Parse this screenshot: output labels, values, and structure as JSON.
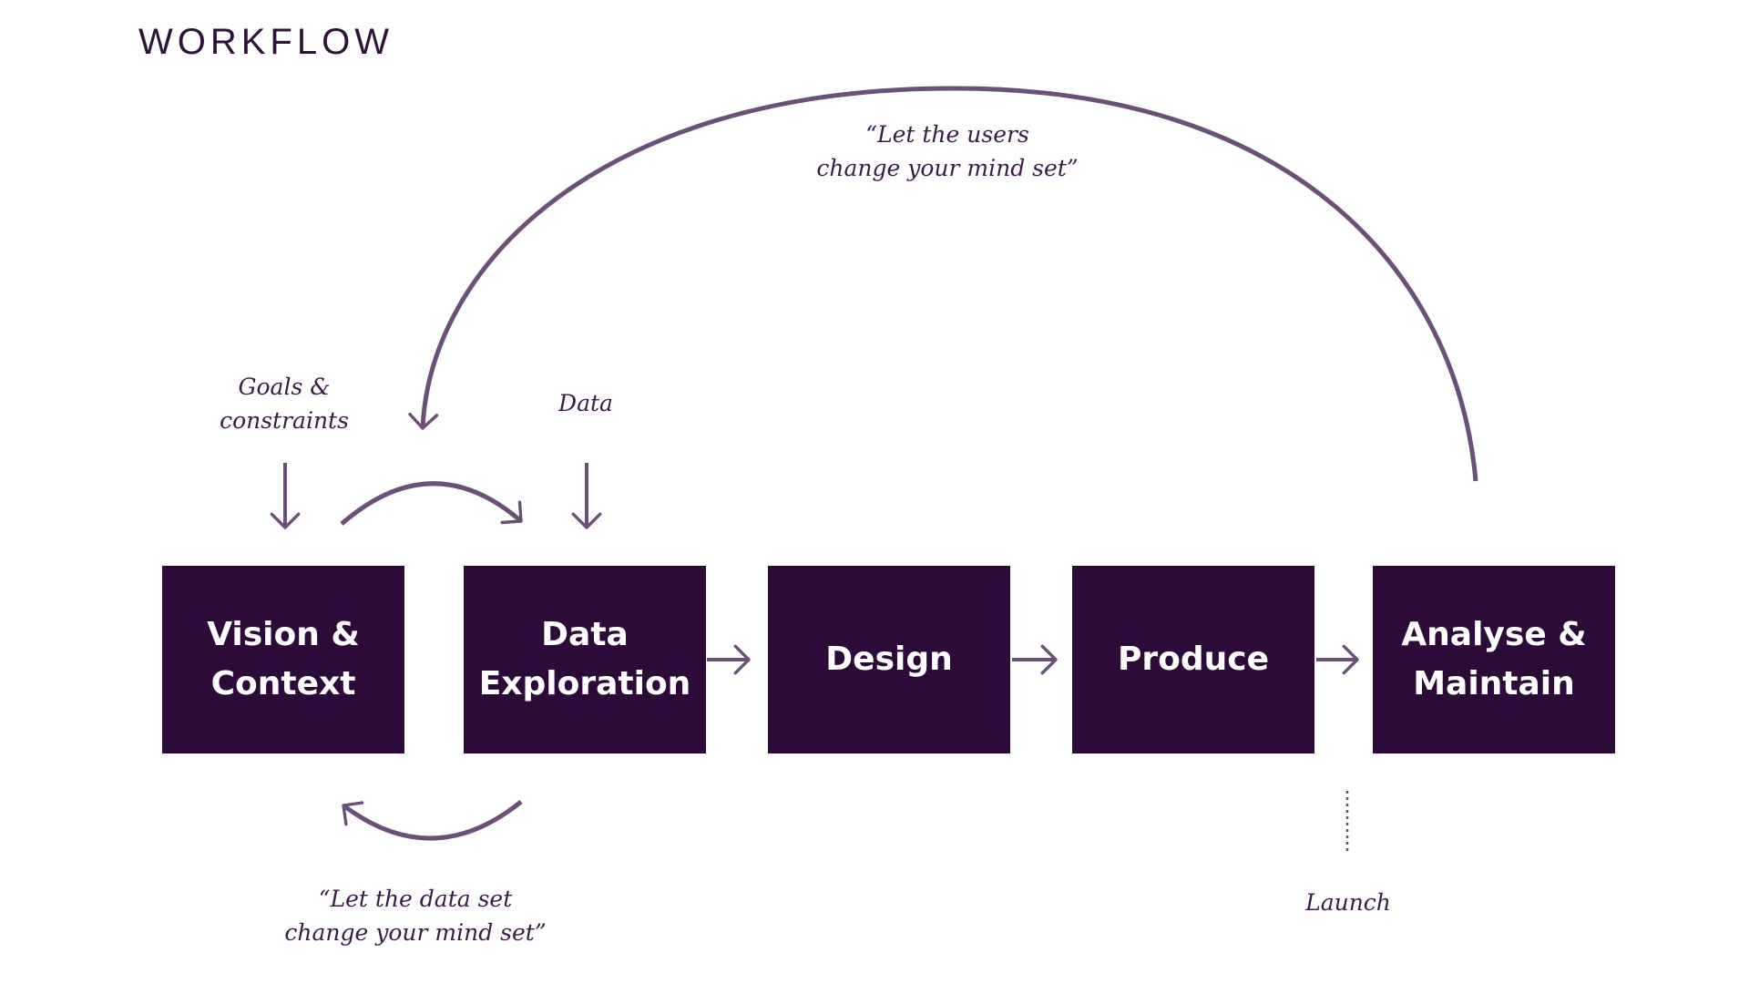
{
  "title": "WORKFLOW",
  "colors": {
    "box": "#2c0b38",
    "box_text": "#ffffff",
    "arrow": "#6b5177",
    "text": "#3a1b48"
  },
  "steps": [
    {
      "label": "Vision &\nContext"
    },
    {
      "label": "Data\nExploration"
    },
    {
      "label": "Design"
    },
    {
      "label": "Produce"
    },
    {
      "label": "Analyse &\nMaintain"
    }
  ],
  "annotations": {
    "goals": "Goals &\nconstraints",
    "data": "Data",
    "users_quote": "“Let the users\nchange your mind set”",
    "dataset_quote": "“Let the data set\nchange your mind set”",
    "launch": "Launch"
  }
}
